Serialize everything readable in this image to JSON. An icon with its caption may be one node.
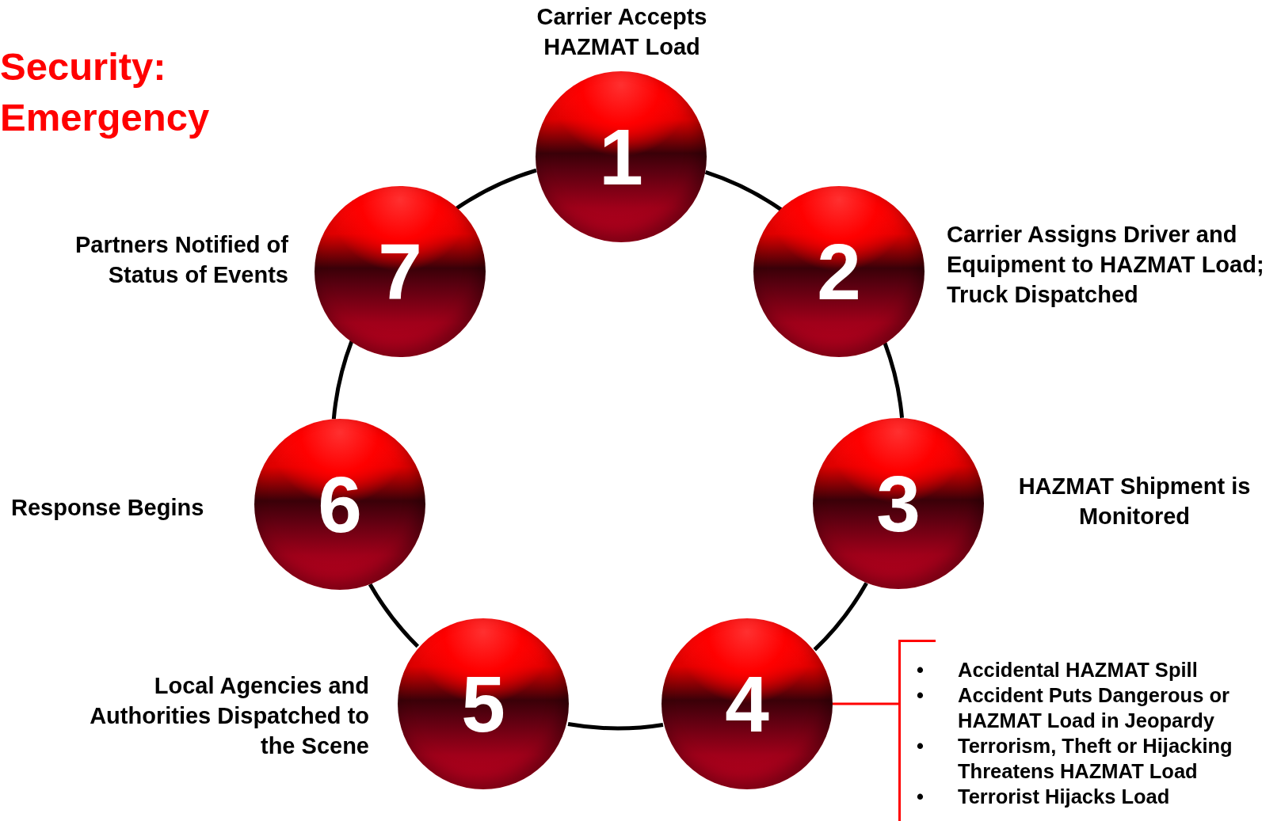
{
  "diagram": {
    "title": "Security: Emergency",
    "nodes": [
      {
        "text": [
          "1"
        ],
        "beside": [
          "Carrier Accepts HAZMAT Load"
        ]
      },
      {
        "text": [
          "2"
        ],
        "beside": [
          "Carrier Assigns Driver and Equipment to HAZMAT Load; Truck Dispatched"
        ]
      },
      {
        "text": [
          "3"
        ],
        "beside": [
          "HAZMAT Shipment is Monitored"
        ]
      },
      {
        "text": [
          "4"
        ]
      },
      {
        "text": [
          "5"
        ],
        "beside": [
          "Local Agencies and Authorities Dispatched to the Scene"
        ]
      },
      {
        "text": [
          "6"
        ],
        "beside": [
          "Response Begins"
        ]
      },
      {
        "text": [
          "7"
        ],
        "beside": [
          "Partners Notified of Status of Events"
        ]
      },
      {
        "text": [
          "Accidental HAZMAT Spill",
          "Accident Puts Dangerous or HAZMAT Load in Jeopardy",
          "Terrorism, Theft or Hijacking Threatens HAZMAT Load",
          "Terrorist Hijacks Load"
        ]
      }
    ],
    "edges": [
      {
        "from": 0,
        "to": 1,
        "arrow": "none"
      },
      {
        "from": 1,
        "to": 2,
        "arrow": "none"
      },
      {
        "from": 2,
        "to": 3,
        "arrow": "none"
      },
      {
        "from": 3,
        "to": 4,
        "arrow": "none"
      },
      {
        "from": 4,
        "to": 5,
        "arrow": "none"
      },
      {
        "from": 5,
        "to": 6,
        "arrow": "none"
      },
      {
        "from": 6,
        "to": 0,
        "arrow": "none"
      },
      {
        "from": 3,
        "to": 7,
        "arrow": "none",
        "color": "#ff0000"
      }
    ],
    "labels": [
      "•",
      "•",
      "•",
      "•"
    ]
  }
}
